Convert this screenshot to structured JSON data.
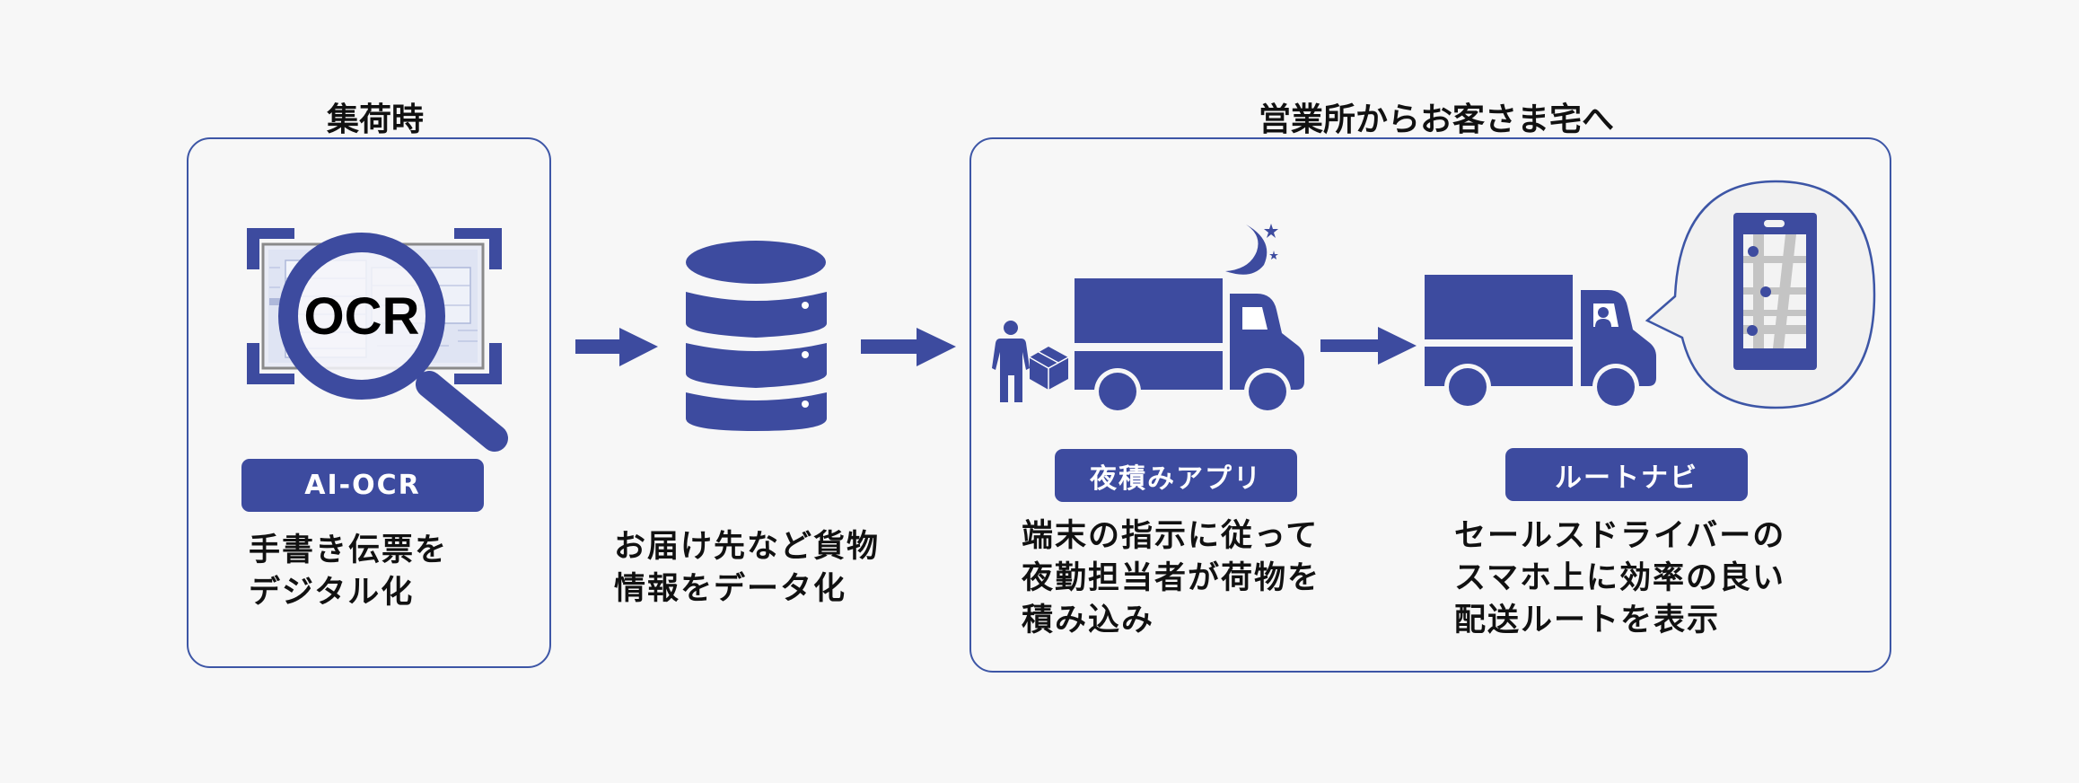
{
  "colors": {
    "accent": "#3d4b9f",
    "border": "#3d56a6",
    "background": "#f7f7f7",
    "text": "#111111",
    "map_road": "#c4c4c4",
    "bubble_fill": "#f1f1f1"
  },
  "sections": {
    "pickup": {
      "title": "集荷時",
      "icon": "ocr-magnifier-icon",
      "icon_text": "OCR",
      "badge": "AI-OCR",
      "description": [
        "手書き伝票を",
        "デジタル化"
      ]
    },
    "database": {
      "icon": "database-icon",
      "description": [
        "お届け先など貨物",
        "情報をデータ化"
      ]
    },
    "delivery": {
      "title": "営業所からお客さま宅へ",
      "steps": [
        {
          "icons": [
            "worker-with-box-icon",
            "truck-icon",
            "moon-stars-icon"
          ],
          "badge": "夜積みアプリ",
          "description": [
            "端末の指示に従って",
            "夜勤担当者が荷物を",
            "積み込み"
          ]
        },
        {
          "icons": [
            "truck-with-driver-icon",
            "smartphone-map-icon"
          ],
          "badge": "ルートナビ",
          "description": [
            "セールスドライバーの",
            "スマホ上に効率の良い",
            "配送ルートを表示"
          ]
        }
      ]
    }
  },
  "arrows": [
    "arrow-right-icon",
    "arrow-right-icon",
    "arrow-right-icon"
  ]
}
